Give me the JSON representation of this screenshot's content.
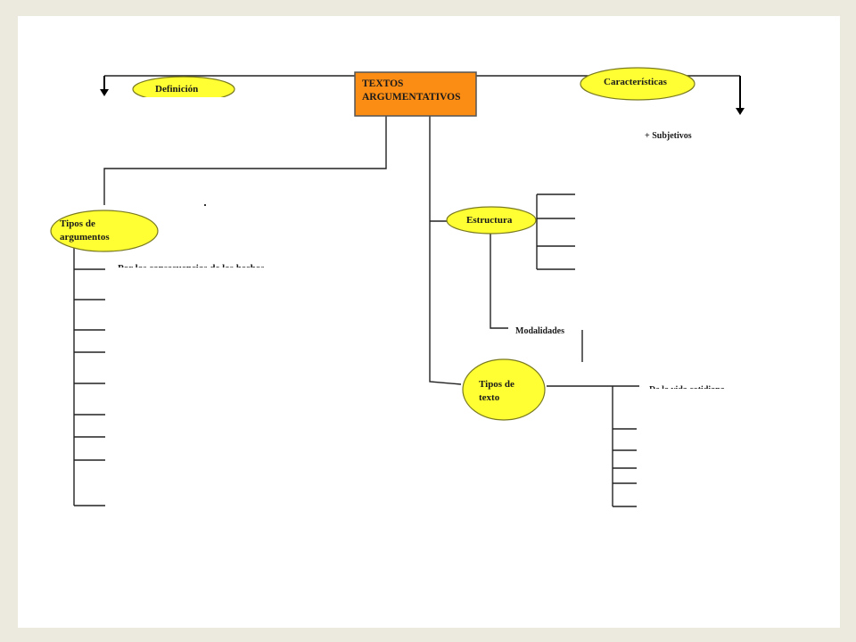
{
  "diagram": {
    "root": {
      "lines": [
        "TEXTOS",
        "ARGUMENTATIVOS"
      ],
      "fill": "#fb8c14",
      "stroke": "#555555"
    },
    "definicion": {
      "label": "Definición"
    },
    "caracteristicas": {
      "label": "Características",
      "items": [
        "+ Subjetivos"
      ]
    },
    "tipos_argumentos": {
      "lines": [
        "Tipos de",
        "argumentos"
      ],
      "partial_item": "Por las consecuencias de los hechos"
    },
    "estructura": {
      "label": "Estructura",
      "sub_label": "Modalidades"
    },
    "tipos_texto": {
      "lines": [
        "Tipos de",
        "texto"
      ],
      "partial_item": "De la vida cotidiana"
    },
    "colors": {
      "ellipse_fill": "#ffff33",
      "ellipse_stroke": "#7a7a20",
      "line": "#000000"
    }
  }
}
